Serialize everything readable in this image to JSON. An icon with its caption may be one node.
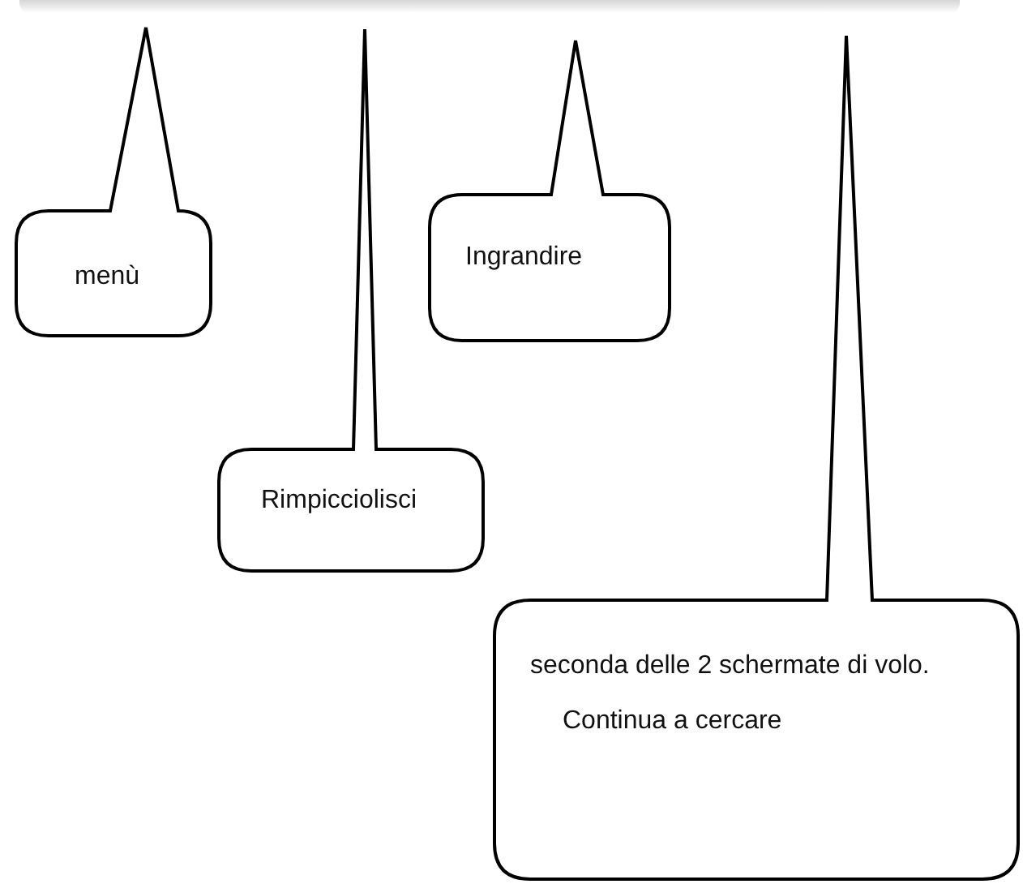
{
  "diagram": {
    "nodes": [
      {
        "text": [
          "menù"
        ]
      },
      {
        "text": [
          "Ingrandire"
        ]
      },
      {
        "text": [
          "Rimpicciolisci"
        ]
      },
      {
        "text": [
          "seconda delle 2 schermate di volo.",
          "Continua a cercare"
        ]
      }
    ]
  }
}
